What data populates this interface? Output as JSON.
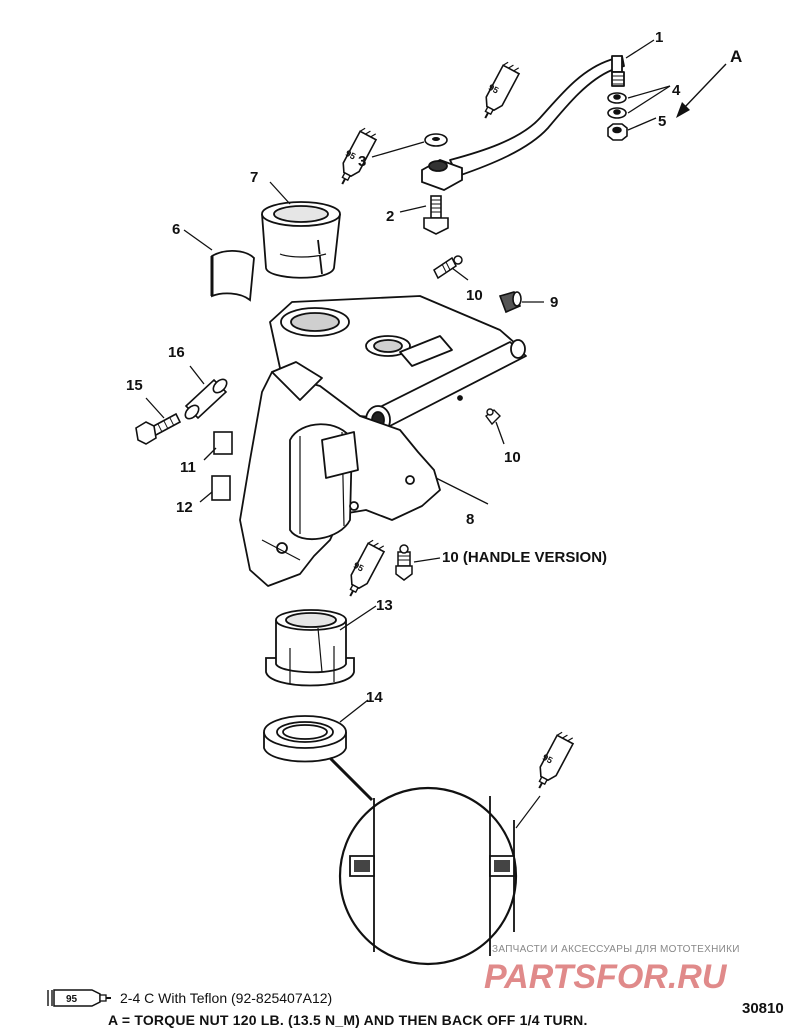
{
  "callouts": {
    "c1": "1",
    "c2": "2",
    "c3": "3",
    "c4": "4",
    "c5": "5",
    "c6": "6",
    "c7": "7",
    "c8": "8",
    "c9": "9",
    "c10a": "10",
    "c10b": "10",
    "c10c": "10 (HANDLE VERSION)",
    "c11": "11",
    "c12": "12",
    "c13": "13",
    "c14": "14",
    "c15": "15",
    "c16": "16",
    "cA": "A"
  },
  "tube_label": "95",
  "legend": {
    "tube_label": "95",
    "text": "2-4 C With Teflon (92-825407A12)"
  },
  "note": "A = TORQUE NUT 120 LB. (13.5 N_M) AND THEN BACK OFF 1/4 TURN.",
  "figure_number": "30810",
  "watermark": {
    "tagline": "ЗАПЧАСТИ И АКСЕССУАРЫ ДЛЯ МОТОТЕХНИКИ",
    "brand": "PARTSFOR.RU"
  },
  "colors": {
    "line": "#111111",
    "fill": "#ffffff",
    "shade": "#d9d9d9",
    "watermark": "#e08a8a"
  }
}
